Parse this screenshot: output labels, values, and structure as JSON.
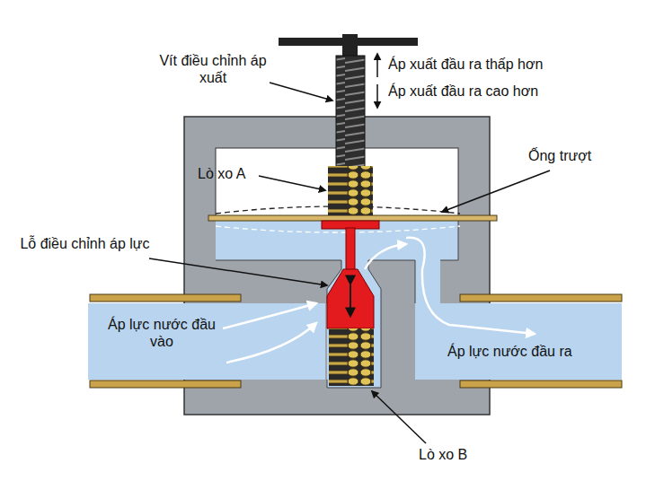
{
  "diagram": {
    "labels": [
      "Vít điều chỉnh áp xuất",
      "Áp xuất đầu ra thấp hơn",
      "Áp xuất đầu ra cao hơn",
      "Lò xo A",
      "Ống trượt",
      "Lỗ điều chỉnh áp lực",
      "Áp lực nước đầu vào",
      "Áp lực nước đầu ra",
      "Lò xo B"
    ]
  }
}
